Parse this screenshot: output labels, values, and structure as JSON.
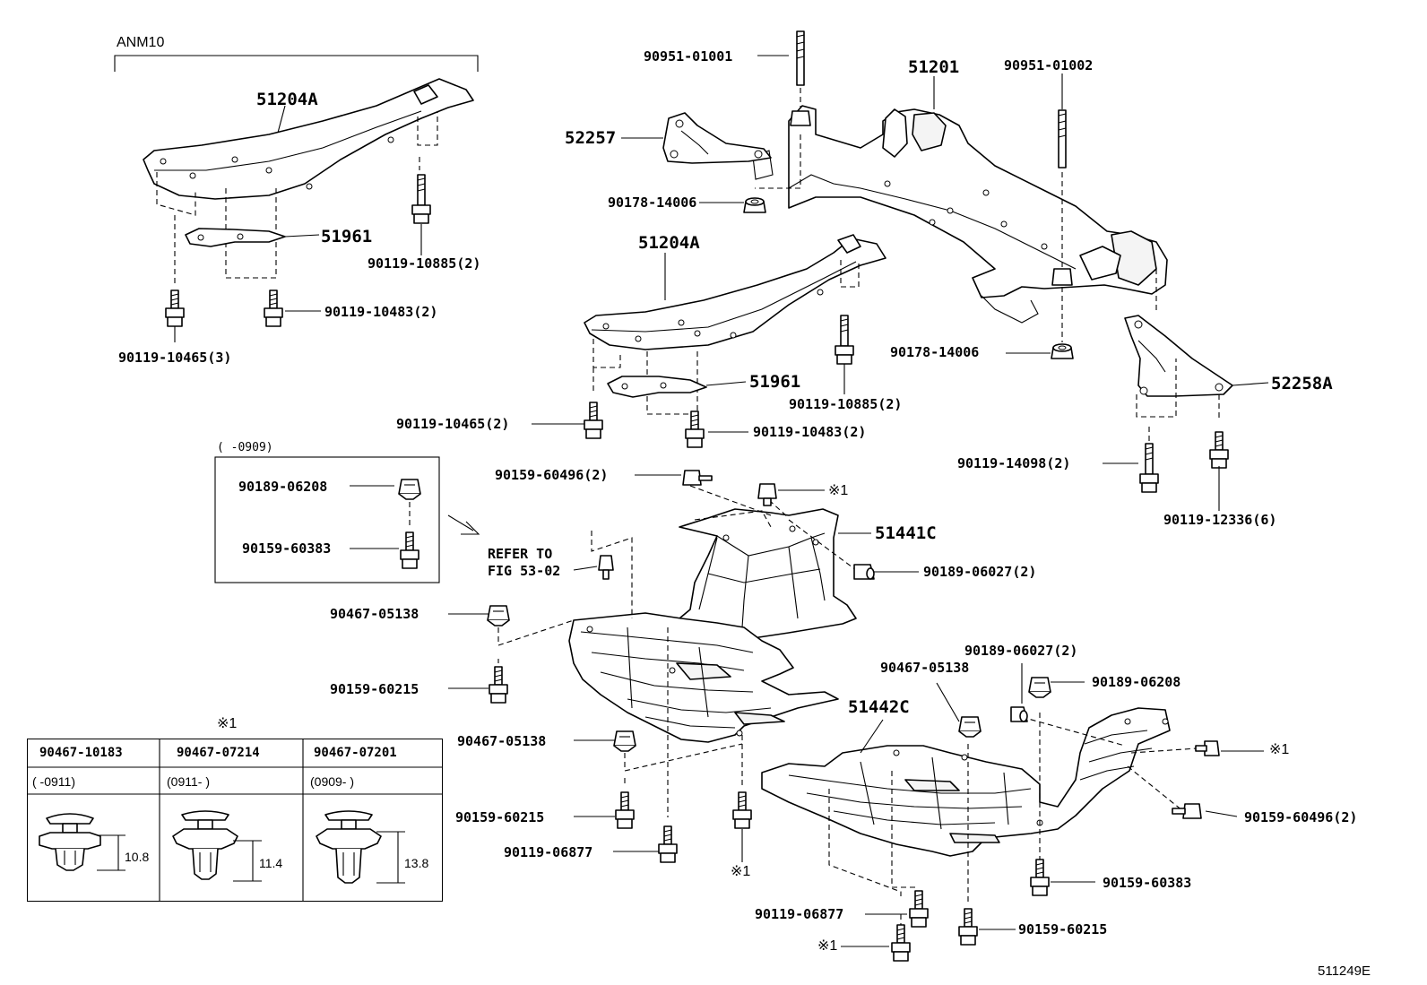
{
  "diagram_id": "511249E",
  "group_label": "ANM10",
  "parts": {
    "p51204A_left": "51204A",
    "p51961_left": "51961",
    "p90119_10885_left": "90119-10885(2)",
    "p90119_10483_left": "90119-10483(2)",
    "p90119_10465_left": "90119-10465(3)",
    "p90951_01001": "90951-01001",
    "p51201": "51201",
    "p90951_01002": "90951-01002",
    "p52257": "52257",
    "p90178_14006_a": "90178-14006",
    "p51204A_mid": "51204A",
    "p90178_14006_b": "90178-14006",
    "p51961_mid": "51961",
    "p52258A": "52258A",
    "p90119_10885_mid": "90119-10885(2)",
    "p90119_10465_mid": "90119-10465(2)",
    "p90119_10483_mid": "90119-10483(2)",
    "p90119_14098": "90119-14098(2)",
    "p90119_12336": "90119-12336(6)",
    "p90159_60496_top": "90159-60496(2)",
    "p51441C": "51441C",
    "p90189_06027_top": "90189-06027(2)",
    "p90467_05138_a": "90467-05138",
    "p90159_60215_a": "90159-60215",
    "p90467_05138_b": "90467-05138",
    "p90159_60215_b": "90159-60215",
    "p90119_06877_a": "90119-06877",
    "p51442C": "51442C",
    "p90467_05138_c": "90467-05138",
    "p90189_06027_right": "90189-06027(2)",
    "p90189_06208_right": "90189-06208",
    "p90159_60496_right": "90159-60496(2)",
    "p90159_60383_right": "90159-60383",
    "p90119_06877_b": "90119-06877",
    "p90159_60215_c": "90159-60215"
  },
  "marks": {
    "ref": "※1",
    "ref_bottom_mid": "※1",
    "ref_bottom": "※1",
    "ref_top": "※1",
    "ref_right": "※1",
    "table_ref": "※1"
  },
  "inset": {
    "date_range": "(   -0909)",
    "top_part": "90189-06208",
    "bottom_part": "90159-60383"
  },
  "refer": {
    "line1": "REFER TO",
    "line2": "FIG 53-02"
  },
  "clip_table": {
    "headers": [
      "90467-10183",
      "90467-07214",
      "90467-07201"
    ],
    "ranges": [
      "(   -0911)",
      "(0911-   )",
      "(0909-   )"
    ],
    "dims": [
      "10.8",
      "11.4",
      "13.8"
    ]
  }
}
